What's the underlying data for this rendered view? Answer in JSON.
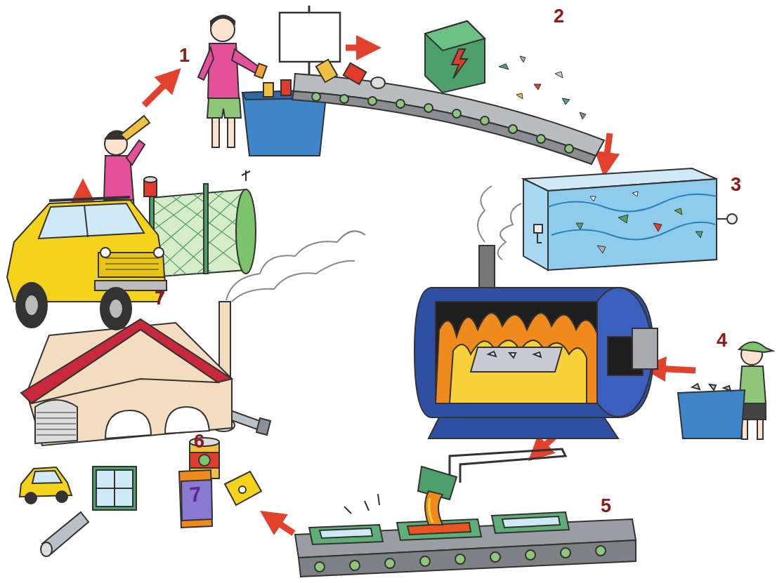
{
  "diagram": {
    "labels": [
      "1",
      "2",
      "3",
      "4",
      "5",
      "6",
      "7",
      "7"
    ]
  }
}
